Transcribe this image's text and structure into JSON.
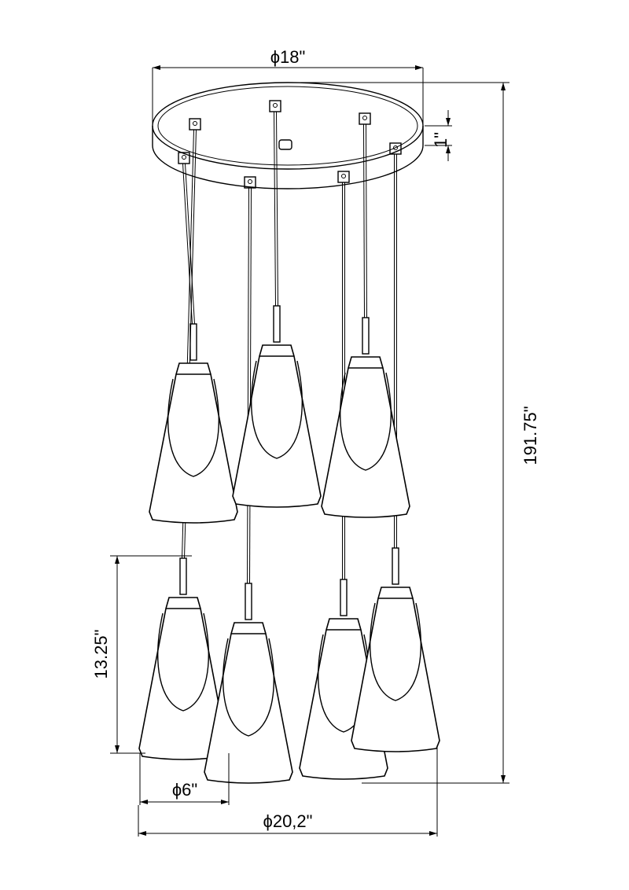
{
  "dimensions": {
    "canopy_diameter": "ϕ18\"",
    "canopy_height": "1\"",
    "overall_height": "191.75\"",
    "shade_height": "13.25\"",
    "shade_diameter": "ϕ6\"",
    "overall_diameter": "ϕ20,2\""
  },
  "colors": {
    "line": "#000000",
    "background": "#ffffff"
  }
}
